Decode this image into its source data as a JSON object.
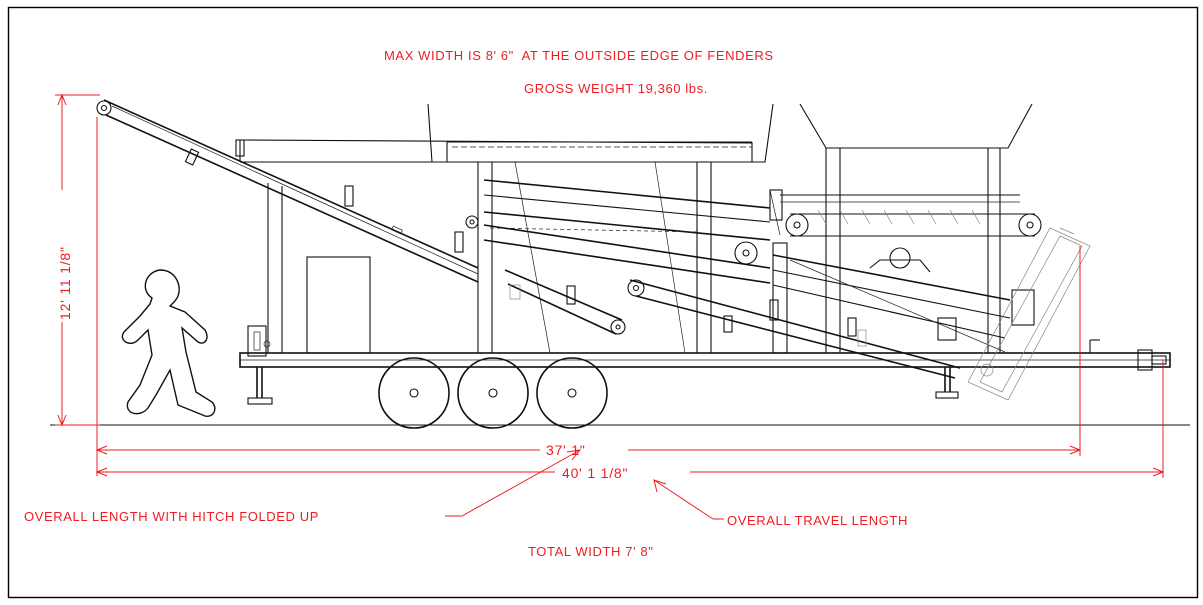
{
  "notes": {
    "max_width": "MAX WIDTH IS 8' 6\"  AT THE OUTSIDE EDGE OF FENDERS",
    "gross_weight": "GROSS WEIGHT 19,360 lbs.",
    "total_width": "TOTAL WIDTH 7' 8\""
  },
  "dimensions": {
    "height": "12' 11 1/8\"",
    "length_hitch_folded": "37' 1\"",
    "length_travel": "40' 1 1/8\""
  },
  "callouts": {
    "hitch_folded": "OVERALL LENGTH WITH HITCH FOLDED UP",
    "travel_length": "OVERALL TRAVEL LENGTH"
  },
  "colors": {
    "dimension": "#ee1d24",
    "linework": "#111111",
    "border": "#000000"
  }
}
